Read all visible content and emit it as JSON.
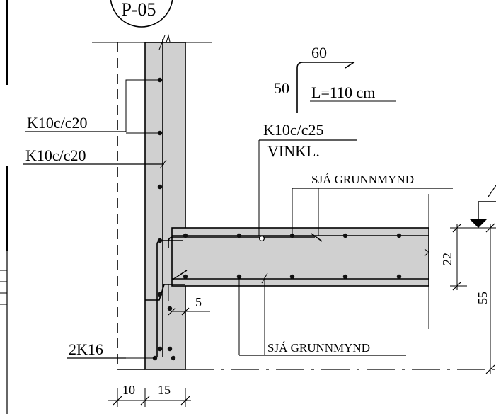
{
  "detail_marker": {
    "text": "P-05"
  },
  "wall_labels": {
    "horizontal_bars": "K10c/c20",
    "vertical_bars": "K10c/c20",
    "bottom_bars": "2K16"
  },
  "slab_labels": {
    "angle_bar": "K10c/c25",
    "angle_bar_type": "VINKL.",
    "see_plan_top": "SJÁ GRUNNMYND",
    "see_plan_bottom": "SJÁ GRUNNMYND"
  },
  "bent_bar": {
    "leg_horizontal": "60",
    "leg_vertical": "50",
    "length": "L=110 cm"
  },
  "dimensions": {
    "slab_thickness": "22",
    "depth": "55",
    "offset": "5",
    "insulation": "10",
    "wall_thickness": "15"
  }
}
